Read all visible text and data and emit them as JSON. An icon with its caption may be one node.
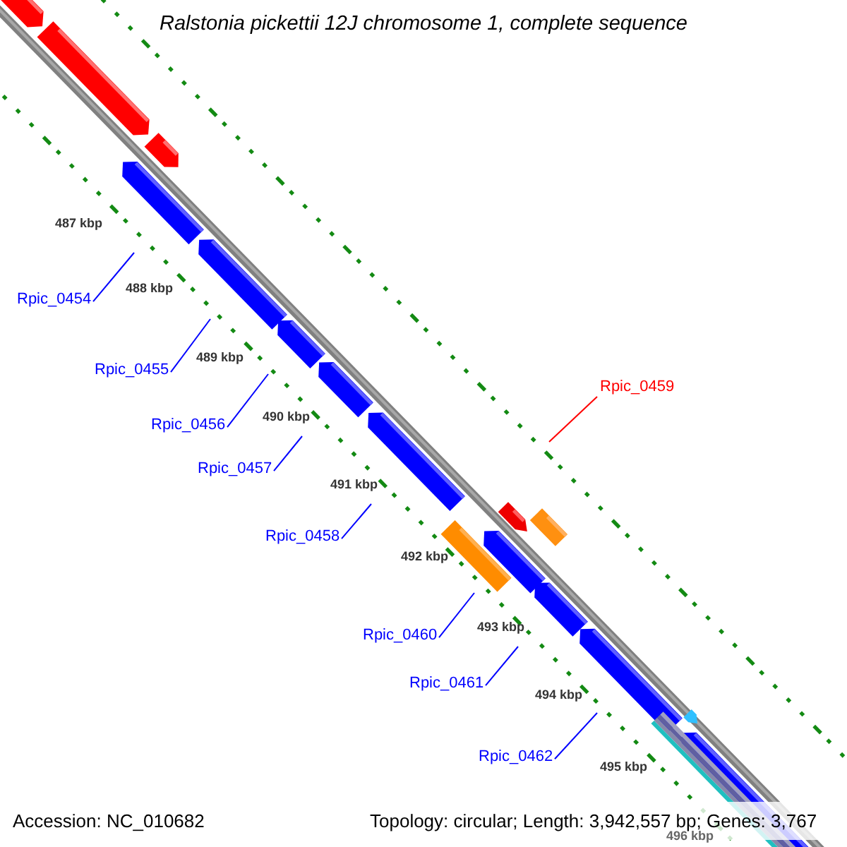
{
  "diagram": {
    "title": "Ralstonia pickettii 12J chromosome 1, complete sequence",
    "nodes": [
      {
        "text": [
          "Rpic_0454"
        ]
      },
      {
        "text": [
          "Rpic_0455"
        ]
      },
      {
        "text": [
          "Rpic_0456"
        ]
      },
      {
        "text": [
          "Rpic_0457"
        ]
      },
      {
        "text": [
          "Rpic_0458"
        ]
      },
      {
        "text": [
          "Rpic_0459"
        ]
      },
      {
        "text": [
          "Rpic_0460"
        ]
      },
      {
        "text": [
          "Rpic_0461"
        ]
      },
      {
        "text": [
          "Rpic_0462"
        ]
      }
    ],
    "edges": [
      {
        "from": 0,
        "to": null,
        "arrow": "none"
      },
      {
        "from": 1,
        "to": null,
        "arrow": "none"
      },
      {
        "from": 2,
        "to": null,
        "arrow": "none"
      },
      {
        "from": 3,
        "to": null,
        "arrow": "none"
      },
      {
        "from": 4,
        "to": null,
        "arrow": "none"
      },
      {
        "from": 5,
        "to": null,
        "arrow": "none",
        "color": "#ff0000"
      },
      {
        "from": 6,
        "to": null,
        "arrow": "none"
      },
      {
        "from": 7,
        "to": null,
        "arrow": "none"
      },
      {
        "from": 8,
        "to": null,
        "arrow": "none"
      }
    ],
    "labels": [
      "487 kbp",
      "488 kbp",
      "489 kbp",
      "490 kbp",
      "491 kbp",
      "492 kbp",
      "493 kbp",
      "494 kbp",
      "495 kbp",
      "496 kbp",
      "Accession: NC_010682",
      "Topology: circular; Length: 3,942,557 bp; Genes: 3,767"
    ]
  }
}
